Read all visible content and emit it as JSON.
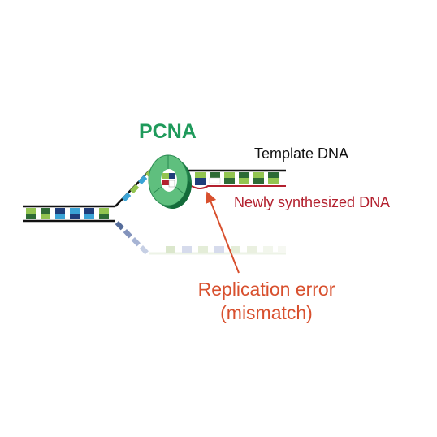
{
  "labels": {
    "pcna": "PCNA",
    "template_dna": "Template DNA",
    "newly_synthesized_dna": "Newly synthesized DNA",
    "error_line1": "Replication error",
    "error_line2": "(mismatch)"
  },
  "colors": {
    "pcna_green": "#1f9a5b",
    "template_label": "#111111",
    "new_strand_red": "#b3202e",
    "error_arrow": "#d8502e",
    "base_navy": "#1e3d7a",
    "base_dark_green": "#2e6b35",
    "base_light_green": "#92c450",
    "base_cyan": "#3aa3d6",
    "base_white": "#ffffff"
  },
  "icons": {
    "pcna_ring": "pcna-clamp-ring-icon",
    "arrow": "red-arrow-icon"
  }
}
